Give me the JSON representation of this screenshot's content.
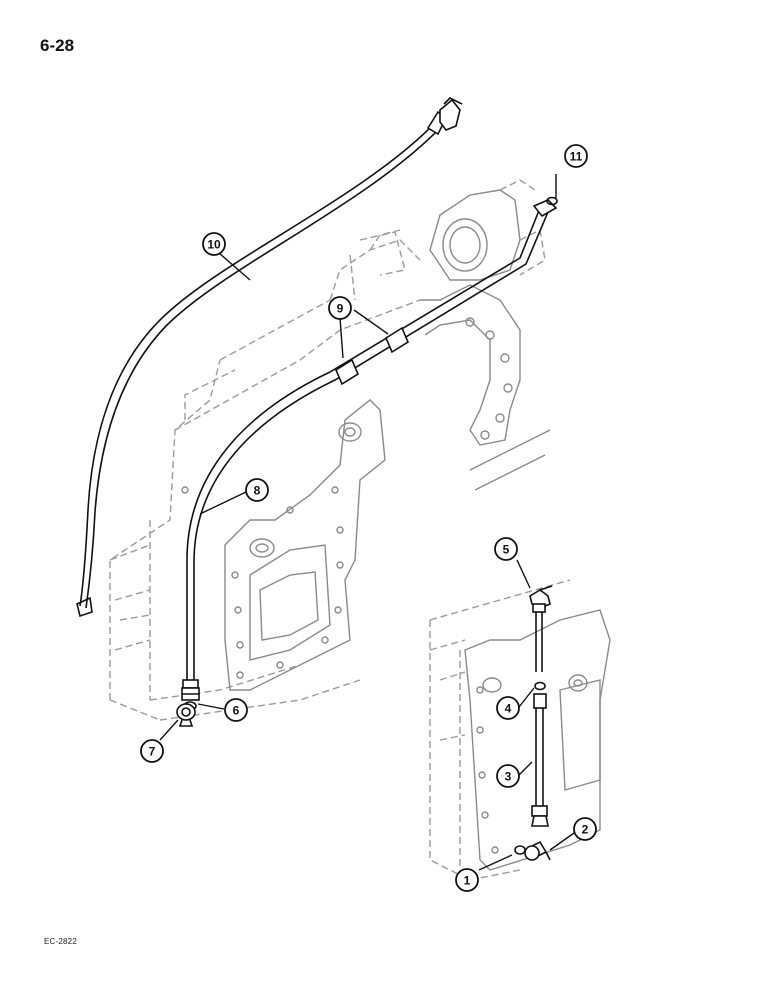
{
  "page": {
    "number": "6-28",
    "figure_code": "EC-2822"
  },
  "callouts": [
    {
      "id": "1",
      "label": "1"
    },
    {
      "id": "2",
      "label": "2"
    },
    {
      "id": "3",
      "label": "3"
    },
    {
      "id": "4",
      "label": "4"
    },
    {
      "id": "5",
      "label": "5"
    },
    {
      "id": "6",
      "label": "6"
    },
    {
      "id": "7",
      "label": "7"
    },
    {
      "id": "8",
      "label": "8"
    },
    {
      "id": "9",
      "label": "9"
    },
    {
      "id": "10",
      "label": "10"
    },
    {
      "id": "11",
      "label": "11"
    }
  ]
}
